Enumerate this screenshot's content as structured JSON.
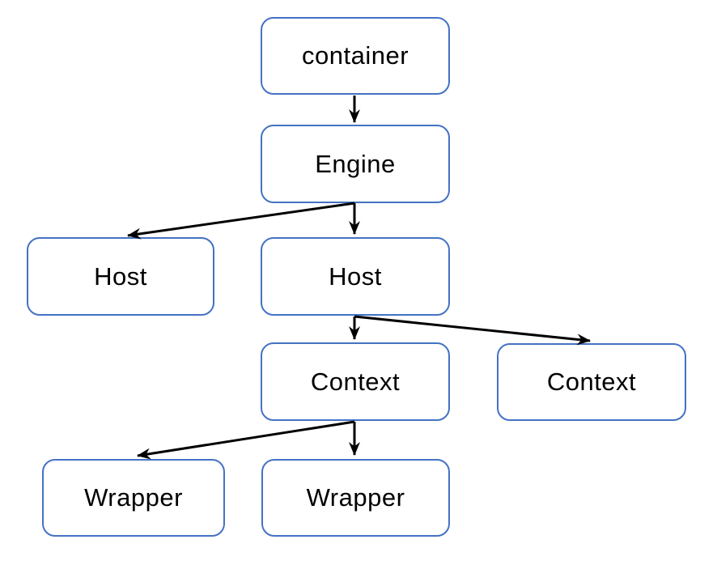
{
  "diagram": {
    "background_color": "#ffffff",
    "node_fill_color": "#ffffff",
    "node_border_color": "#4472C4",
    "node_text_color": "#000000",
    "connector_color": "#000000",
    "nodes": {
      "container": {
        "label": "container"
      },
      "engine": {
        "label": "Engine"
      },
      "host_left": {
        "label": "Host"
      },
      "host_center": {
        "label": "Host"
      },
      "context_center": {
        "label": "Context"
      },
      "context_right": {
        "label": "Context"
      },
      "wrapper_left": {
        "label": "Wrapper"
      },
      "wrapper_center": {
        "label": "Wrapper"
      }
    },
    "edges": [
      {
        "from": "container",
        "to": "engine"
      },
      {
        "from": "engine",
        "to": "host_left"
      },
      {
        "from": "engine",
        "to": "host_center"
      },
      {
        "from": "host_center",
        "to": "context_center"
      },
      {
        "from": "host_center",
        "to": "context_right"
      },
      {
        "from": "context_center",
        "to": "wrapper_left"
      },
      {
        "from": "context_center",
        "to": "wrapper_center"
      }
    ]
  }
}
